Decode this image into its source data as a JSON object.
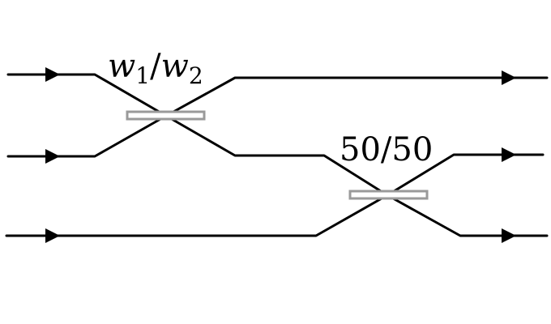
{
  "diagram": {
    "type": "beam-splitter-network",
    "splitters": [
      {
        "id": "bs1",
        "label": {
          "w1_symbol": "w",
          "w1_index": "1",
          "slash": "/",
          "w2_symbol": "w",
          "w2_index": "2"
        }
      },
      {
        "id": "bs2",
        "label_text": "50/50"
      }
    ],
    "colors": {
      "line": "#000000",
      "splitter_outline": "#9a9a9a",
      "background": "#ffffff"
    }
  }
}
